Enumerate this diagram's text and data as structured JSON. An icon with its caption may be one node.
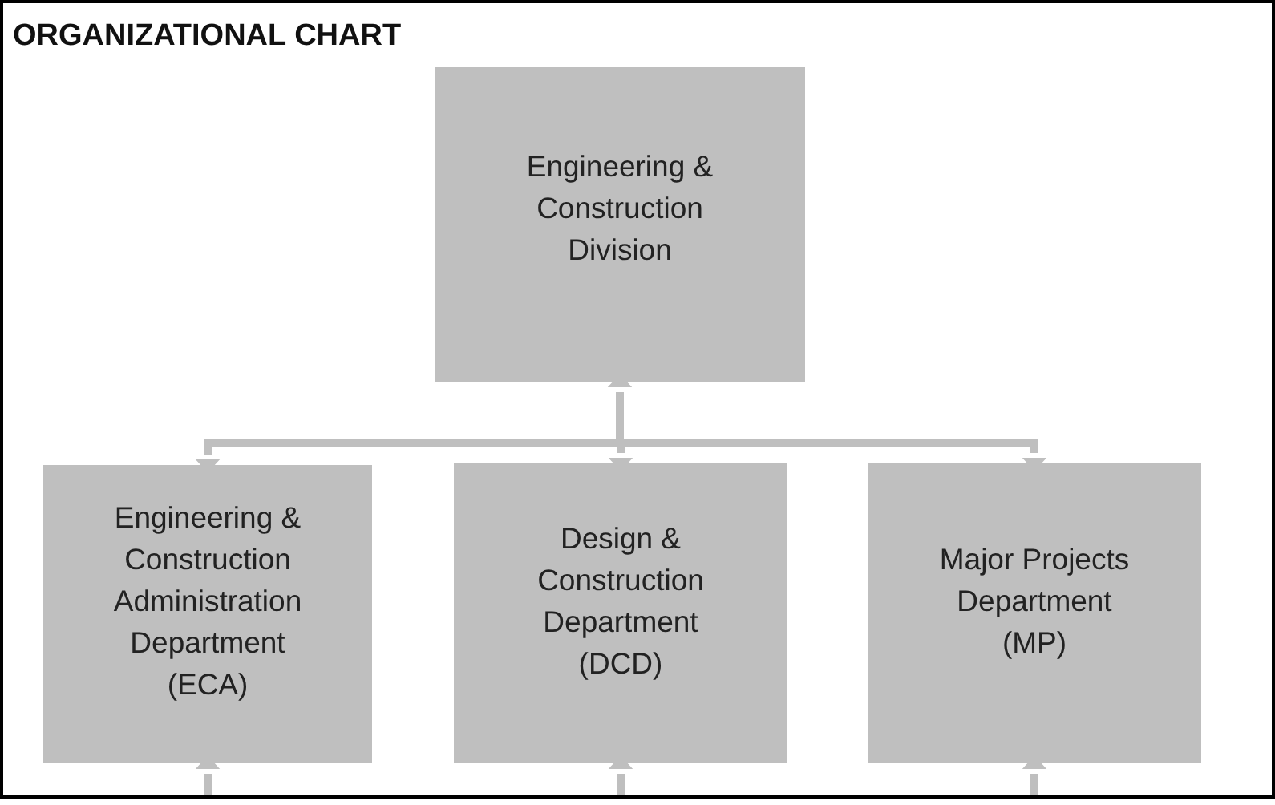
{
  "diagram": {
    "title": "ORGANIZATIONAL CHART",
    "nodes": [
      {
        "text": [
          "Engineering & Construction Division"
        ]
      },
      {
        "text": [
          "Engineering & Construction Administration Department (ECA)"
        ]
      },
      {
        "text": [
          "Design & Construction Department (DCD)"
        ]
      },
      {
        "text": [
          "Major Projects Department (MP)"
        ]
      }
    ],
    "edges": [
      {
        "from": 0,
        "to": 1,
        "arrow": "both"
      },
      {
        "from": 0,
        "to": 2,
        "arrow": "both"
      },
      {
        "from": 0,
        "to": 3,
        "arrow": "both"
      },
      {
        "from": null,
        "to": 1,
        "arrow": "to"
      },
      {
        "from": null,
        "to": 2,
        "arrow": "to"
      },
      {
        "from": null,
        "to": 3,
        "arrow": "to"
      }
    ]
  }
}
